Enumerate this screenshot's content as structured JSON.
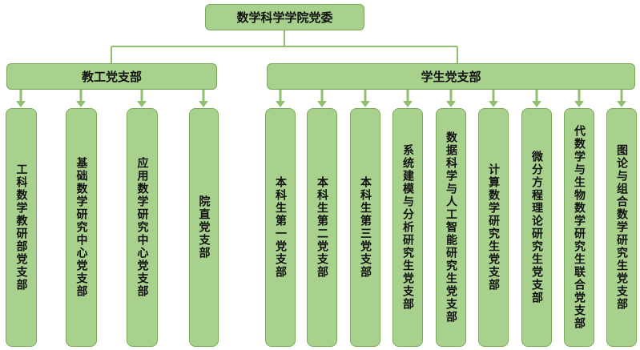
{
  "root": {
    "label": "数学科学学院党委"
  },
  "branches": [
    {
      "label": "教工党支部",
      "children": [
        "工科数学教研部党支部",
        "基础数学研究中心党支部",
        "应用数学研究中心党支部",
        "院直党支部"
      ]
    },
    {
      "label": "学生党支部",
      "children": [
        "本科生第一党支部",
        "本科生第二党支部",
        "本科生第三党支部",
        "系统建模与分析研究生党支部",
        "数据科学与人工智能研究生党支部",
        "计算数学研究生党支部",
        "微分方程理论研究生党支部",
        "代数学与生物数学研究生联合党支部",
        "图论与组合数学研究生党支部"
      ]
    }
  ],
  "colors": {
    "box_fill": "#a9d18e",
    "box_border": "#7aa85a",
    "connector": "#8fbf6f"
  }
}
